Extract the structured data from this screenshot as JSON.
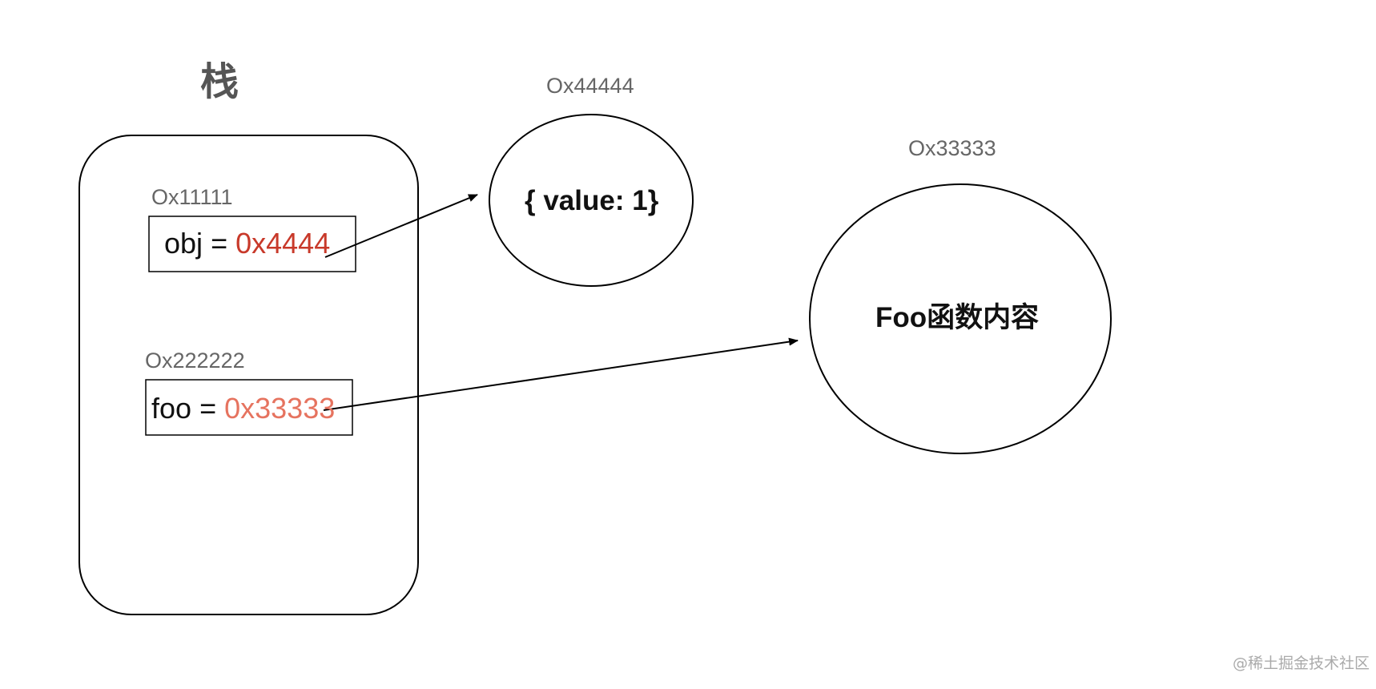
{
  "stack": {
    "title": "栈",
    "cells": [
      {
        "address": "Ox11111",
        "var_name": "obj",
        "equals": "=",
        "pointer": "0x4444",
        "pointer_color": "#c8392a"
      },
      {
        "address": "Ox222222",
        "var_name": "foo",
        "equals": "=",
        "pointer": "0x33333",
        "pointer_color": "#e6735f"
      }
    ]
  },
  "heap": {
    "object_node": {
      "address": "Ox44444",
      "content": "{ value: 1}"
    },
    "function_node": {
      "address": "Ox33333",
      "content": "Foo函数内容"
    }
  },
  "watermark": "@稀土掘金技术社区"
}
